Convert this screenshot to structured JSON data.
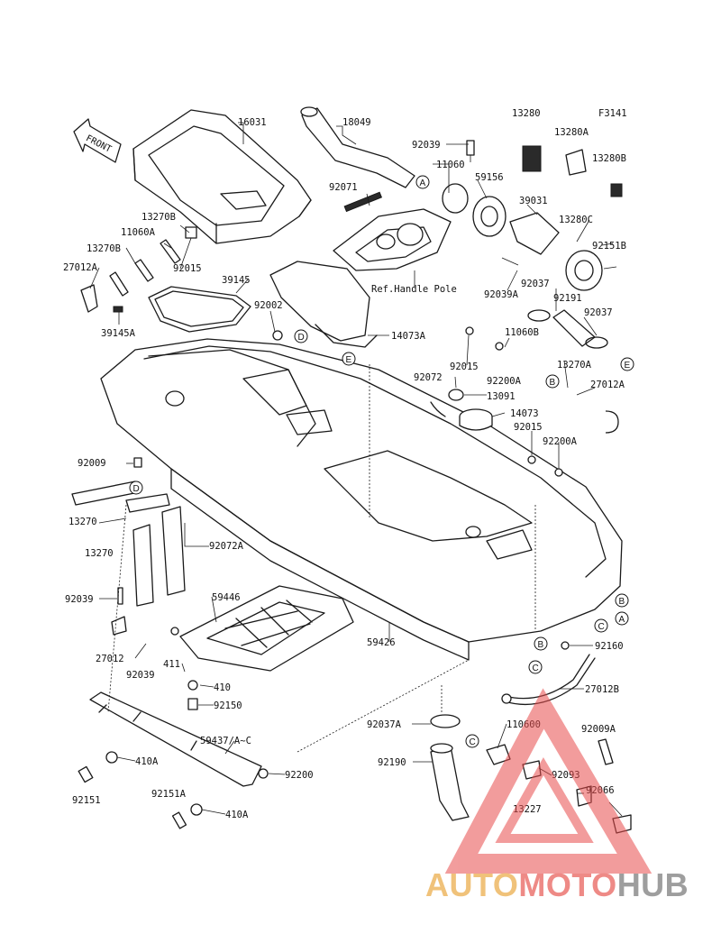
{
  "figure_code": "F3141",
  "front_arrow_label": "FRONT",
  "ref_note": "Ref.Handle Pole",
  "part_labels": {
    "p16031": "16031",
    "p18049": "18049",
    "p13280": "13280",
    "p92039_top": "92039",
    "p11060": "11060",
    "p13280A": "13280A",
    "p59156": "59156",
    "p13280B": "13280B",
    "p92071": "92071",
    "p39031": "39031",
    "p13270B_a": "13270B",
    "p11060A": "11060A",
    "p13280C": "13280C",
    "p13270B_b": "13270B",
    "p27012A_l": "27012A",
    "p92015_a": "92015",
    "p92151B": "92151B",
    "p39145": "39145",
    "p92037_a": "92037",
    "p92039A": "92039A",
    "p92191": "92191",
    "p92002": "92002",
    "p39145A": "39145A",
    "p92037_b": "92037",
    "p14073A": "14073A",
    "p11060B": "11060B",
    "p92015_b": "92015",
    "p13270A": "13270A",
    "p92072": "92072",
    "p92200A_a": "92200A",
    "p27012A_r": "27012A",
    "p13091": "13091",
    "p14073": "14073",
    "p92015_c": "92015",
    "p92200A_b": "92200A",
    "p92009": "92009",
    "p13270_a": "13270",
    "p13270_b": "13270",
    "p92072A": "92072A",
    "p92039_l": "92039",
    "p59446": "59446",
    "p27012": "27012",
    "p92039_b": "92039",
    "p411": "411",
    "p410": "410",
    "p92150": "92150",
    "p59426": "59426",
    "p92160": "92160",
    "p27012B": "27012B",
    "p92037A": "92037A",
    "p110600": "110600",
    "p92009A": "92009A",
    "p59437": "59437/A~C",
    "p410A_a": "410A",
    "p92200": "92200",
    "p92190": "92190",
    "p92093": "92093",
    "p92151": "92151",
    "p92151A": "92151A",
    "p410A_b": "410A",
    "p13227": "13227",
    "p92066": "92066"
  },
  "ref_markers": {
    "A1": "A",
    "A2": "A",
    "B1": "B",
    "B2": "B",
    "B3": "B",
    "C1": "C",
    "C2": "C",
    "C3": "C",
    "D1": "D",
    "D2": "D",
    "E1": "E",
    "E2": "E"
  },
  "watermark": {
    "part1": "AUTO",
    "part2": "MOTO",
    "part3": "HUB",
    "color_auto": "#f0c27a",
    "color_moto": "#ee8a86",
    "color_hub": "#9e9e9e",
    "triangle_color": "#e84c4c"
  }
}
